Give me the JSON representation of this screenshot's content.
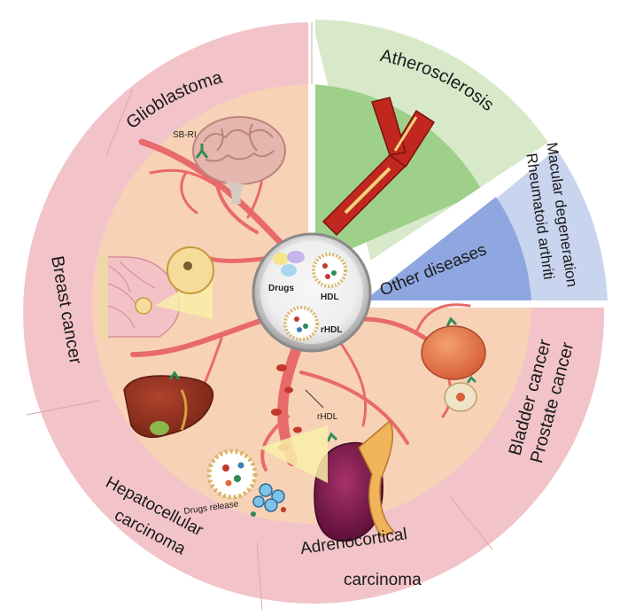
{
  "sectors": {
    "glioblastoma": "Glioblastoma",
    "atherosclerosis": "Atherosclerosis",
    "macular_degeneration": "Macular degeneration",
    "rheumatoid_arthritis": "Rheumatoid arthritis",
    "other_diseases": "Other diseases",
    "bladder_cancer": "Bladder cancer",
    "prostate_cancer": "Prostate cancer",
    "adrenocortical_line1": "Adrenocortical",
    "adrenocortical_line2": "carcinoma",
    "hepatocellular_line1": "Hepatocellular",
    "hepatocellular_line2": "carcinoma",
    "breast_cancer": "Breast cancer"
  },
  "hub": {
    "drugs": "Drugs",
    "hdl": "HDL",
    "rhdl": "rHDL"
  },
  "annotations": {
    "sb_ri": "SB-RI",
    "rhdl": "rHDL",
    "drugs_release": "Drugs release"
  },
  "colors": {
    "outer_pink": "#f2c4c9",
    "inner_peach": "#f7d2b6",
    "atherosclerosis_light": "#d7e9c9",
    "atherosclerosis_dark": "#9fd08a",
    "other_light": "#c9d4ee",
    "other_dark": "#8fa7e0",
    "vessel": "#e86a6a"
  }
}
